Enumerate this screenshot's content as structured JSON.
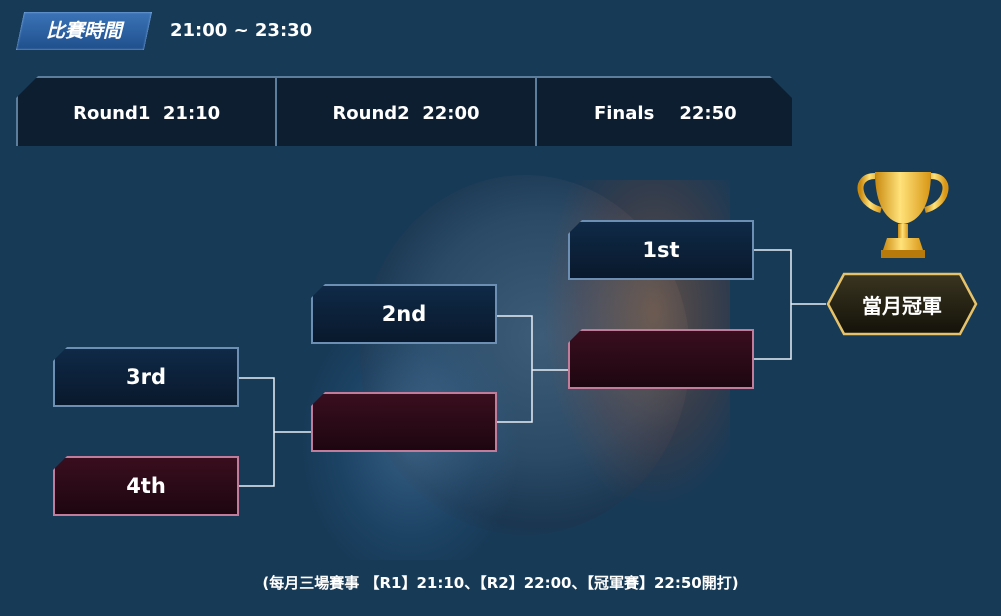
{
  "header": {
    "time_label": "比賽時間",
    "time_range": "21:00 ~ 23:30"
  },
  "rounds": [
    {
      "label": "Round1  21:10"
    },
    {
      "label": "Round2  22:00"
    },
    {
      "label": "Finals    22:50"
    }
  ],
  "bracket": {
    "round1": {
      "top": "3rd",
      "bottom": "4th"
    },
    "round2": {
      "top": "2nd",
      "bottom": ""
    },
    "finals": {
      "top": "1st",
      "bottom": ""
    },
    "champion": "當月冠軍"
  },
  "footer": "(每月三場賽事 【R1】21:10、【R2】22:00、【冠軍賽】22:50開打)",
  "colors": {
    "background": "#173a57",
    "slot_blue": "#0f2a48",
    "slot_red": "#3a0e1e",
    "label_blue": "#2f68ad",
    "gold": "#f5b820"
  },
  "icons": {
    "trophy": "trophy-icon"
  }
}
